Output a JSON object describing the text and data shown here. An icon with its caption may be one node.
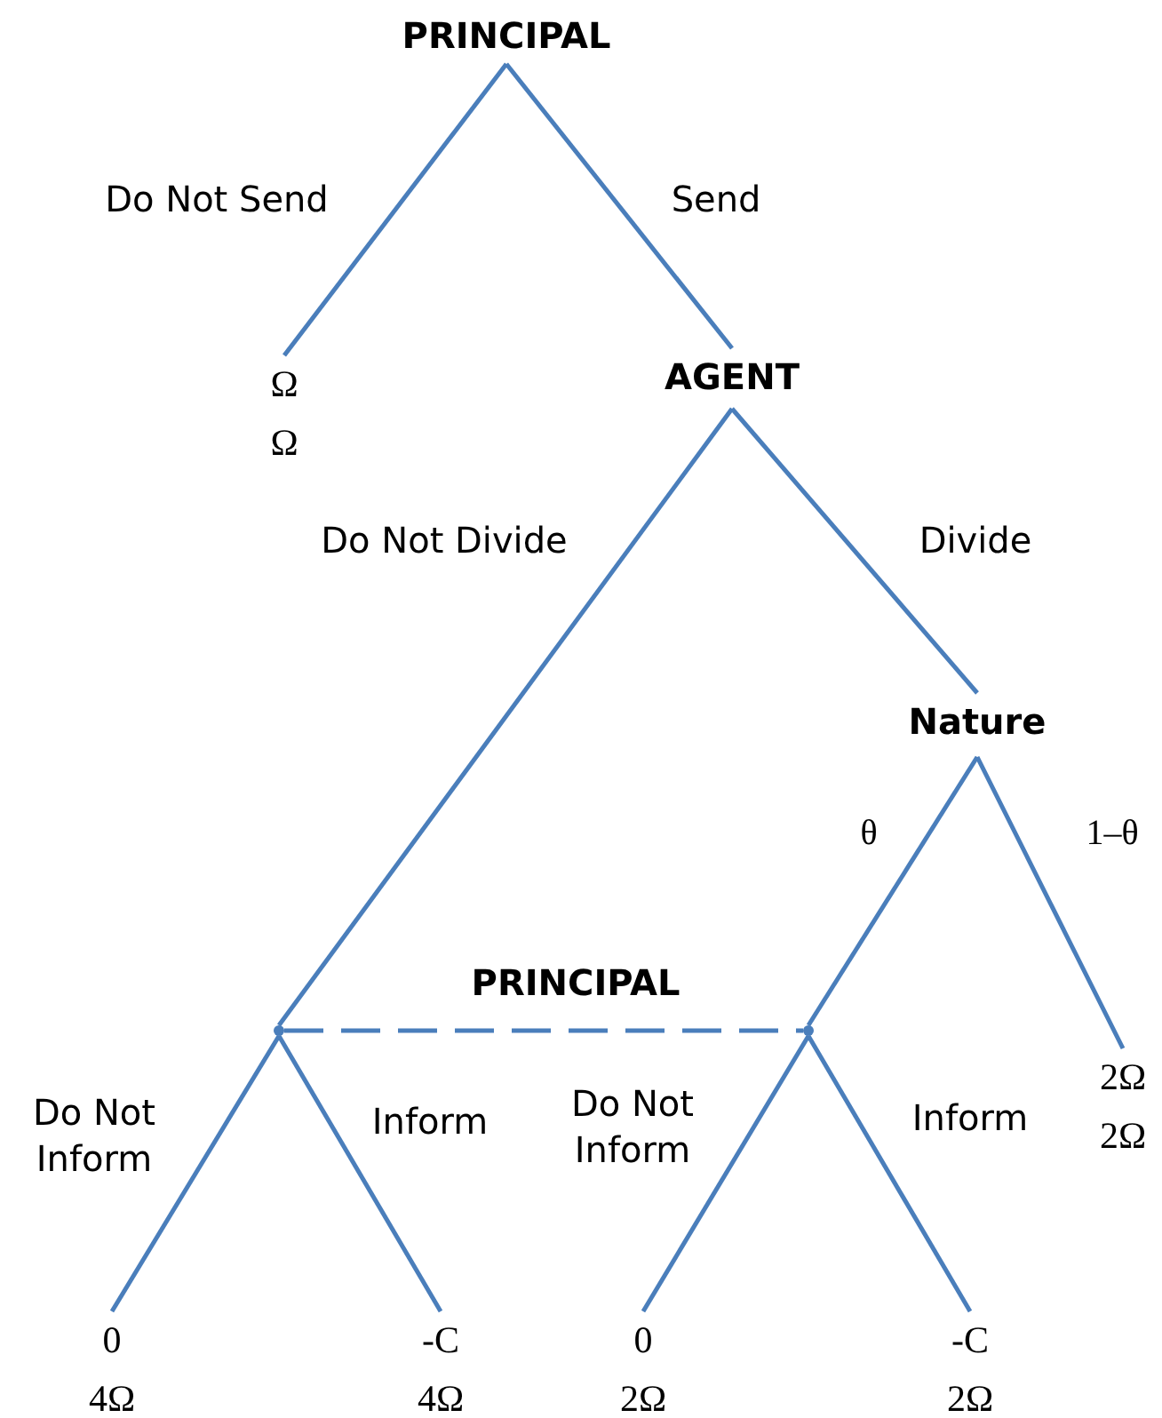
{
  "diagram": {
    "nodes": [
      {
        "text": [
          "PRINCIPAL"
        ]
      },
      {
        "text": [
          "Ω",
          "Ω"
        ]
      },
      {
        "text": [
          "AGENT"
        ]
      },
      {
        "text": [
          "Nature"
        ]
      },
      {
        "text": [],
        "shape": "point"
      },
      {
        "text": [],
        "shape": "point"
      },
      {
        "text": [
          "2Ω",
          "2Ω"
        ]
      },
      {
        "text": [
          "0",
          "4Ω"
        ]
      },
      {
        "text": [
          "-C",
          "4Ω"
        ]
      },
      {
        "text": [
          "0",
          "2Ω"
        ]
      },
      {
        "text": [
          "-C",
          "2Ω"
        ]
      }
    ],
    "edges": [
      {
        "from": 0,
        "to": 1,
        "arrow": "none",
        "label": "Do Not Send"
      },
      {
        "from": 0,
        "to": 2,
        "arrow": "none",
        "label": "Send"
      },
      {
        "from": 2,
        "to": 4,
        "arrow": "none",
        "label": "Do Not Divide"
      },
      {
        "from": 2,
        "to": 3,
        "arrow": "none",
        "label": "Divide"
      },
      {
        "from": 3,
        "to": 5,
        "arrow": "none",
        "label": "θ"
      },
      {
        "from": 3,
        "to": 6,
        "arrow": "none",
        "label": "1–θ"
      },
      {
        "from": 4,
        "to": 5,
        "arrow": "none",
        "label": "PRINCIPAL",
        "style": "dashed"
      },
      {
        "from": 4,
        "to": 7,
        "arrow": "none",
        "label": "Do Not Inform"
      },
      {
        "from": 4,
        "to": 8,
        "arrow": "none",
        "label": "Inform"
      },
      {
        "from": 5,
        "to": 9,
        "arrow": "none",
        "label": "Do Not Inform"
      },
      {
        "from": 5,
        "to": 10,
        "arrow": "none",
        "label": "Inform"
      }
    ]
  }
}
